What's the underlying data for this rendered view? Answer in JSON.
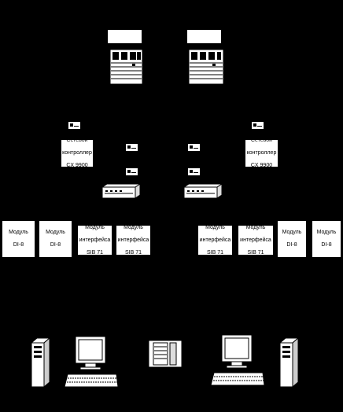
{
  "controllers": [
    {
      "id": "left",
      "line1": "Сетевой",
      "line2": "контроллер",
      "line3": "CX 9900"
    },
    {
      "id": "right",
      "line1": "Сетевой",
      "line2": "контроллер",
      "line3": "CX 9900"
    }
  ],
  "modules_left": [
    {
      "line1": "Модуль",
      "line2": "DI-8",
      "line3": ""
    },
    {
      "line1": "Модуль",
      "line2": "DI-8",
      "line3": ""
    },
    {
      "line1": "Модуль",
      "line2": "интерфейса",
      "line3": "SIB 71"
    },
    {
      "line1": "Модуль",
      "line2": "интерфейса",
      "line3": "SIB 71"
    }
  ],
  "modules_right": [
    {
      "line1": "Модуль",
      "line2": "интерфейса",
      "line3": "SIB 71"
    },
    {
      "line1": "Модуль",
      "line2": "интерфейса",
      "line3": "SIB 71"
    },
    {
      "line1": "Модуль",
      "line2": "DI-8",
      "line3": ""
    },
    {
      "line1": "Модуль",
      "line2": "DI-8",
      "line3": ""
    }
  ],
  "colors": {
    "background": "#000000",
    "box": "#ffffff",
    "stroke": "#000000"
  }
}
